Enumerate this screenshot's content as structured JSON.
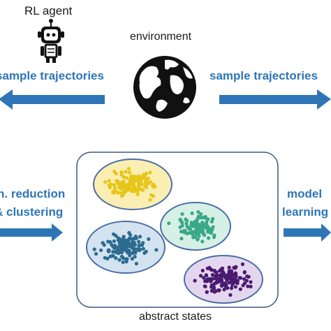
{
  "labels": {
    "rl_agent": "RL agent",
    "environment": "environment",
    "sample_left": "sample trajectories",
    "sample_right": "sample trajectories",
    "dim_reduction_line1": "n. reduction",
    "dim_reduction_line2": "& clustering",
    "model_line1": "model",
    "model_line2": "learning",
    "abstract_states": "abstract states"
  },
  "colors": {
    "arrow": "#2e75b6",
    "label_blue": "#2e75b6",
    "cluster_yellow": "#e6c619",
    "cluster_green": "#3aa888",
    "cluster_blue": "#2c6b8f",
    "cluster_purple": "#4a1a70",
    "ellipse_outline": "#4a6fa5"
  },
  "icons": {
    "agent": "robot-icon",
    "environment": "globe-icon"
  }
}
